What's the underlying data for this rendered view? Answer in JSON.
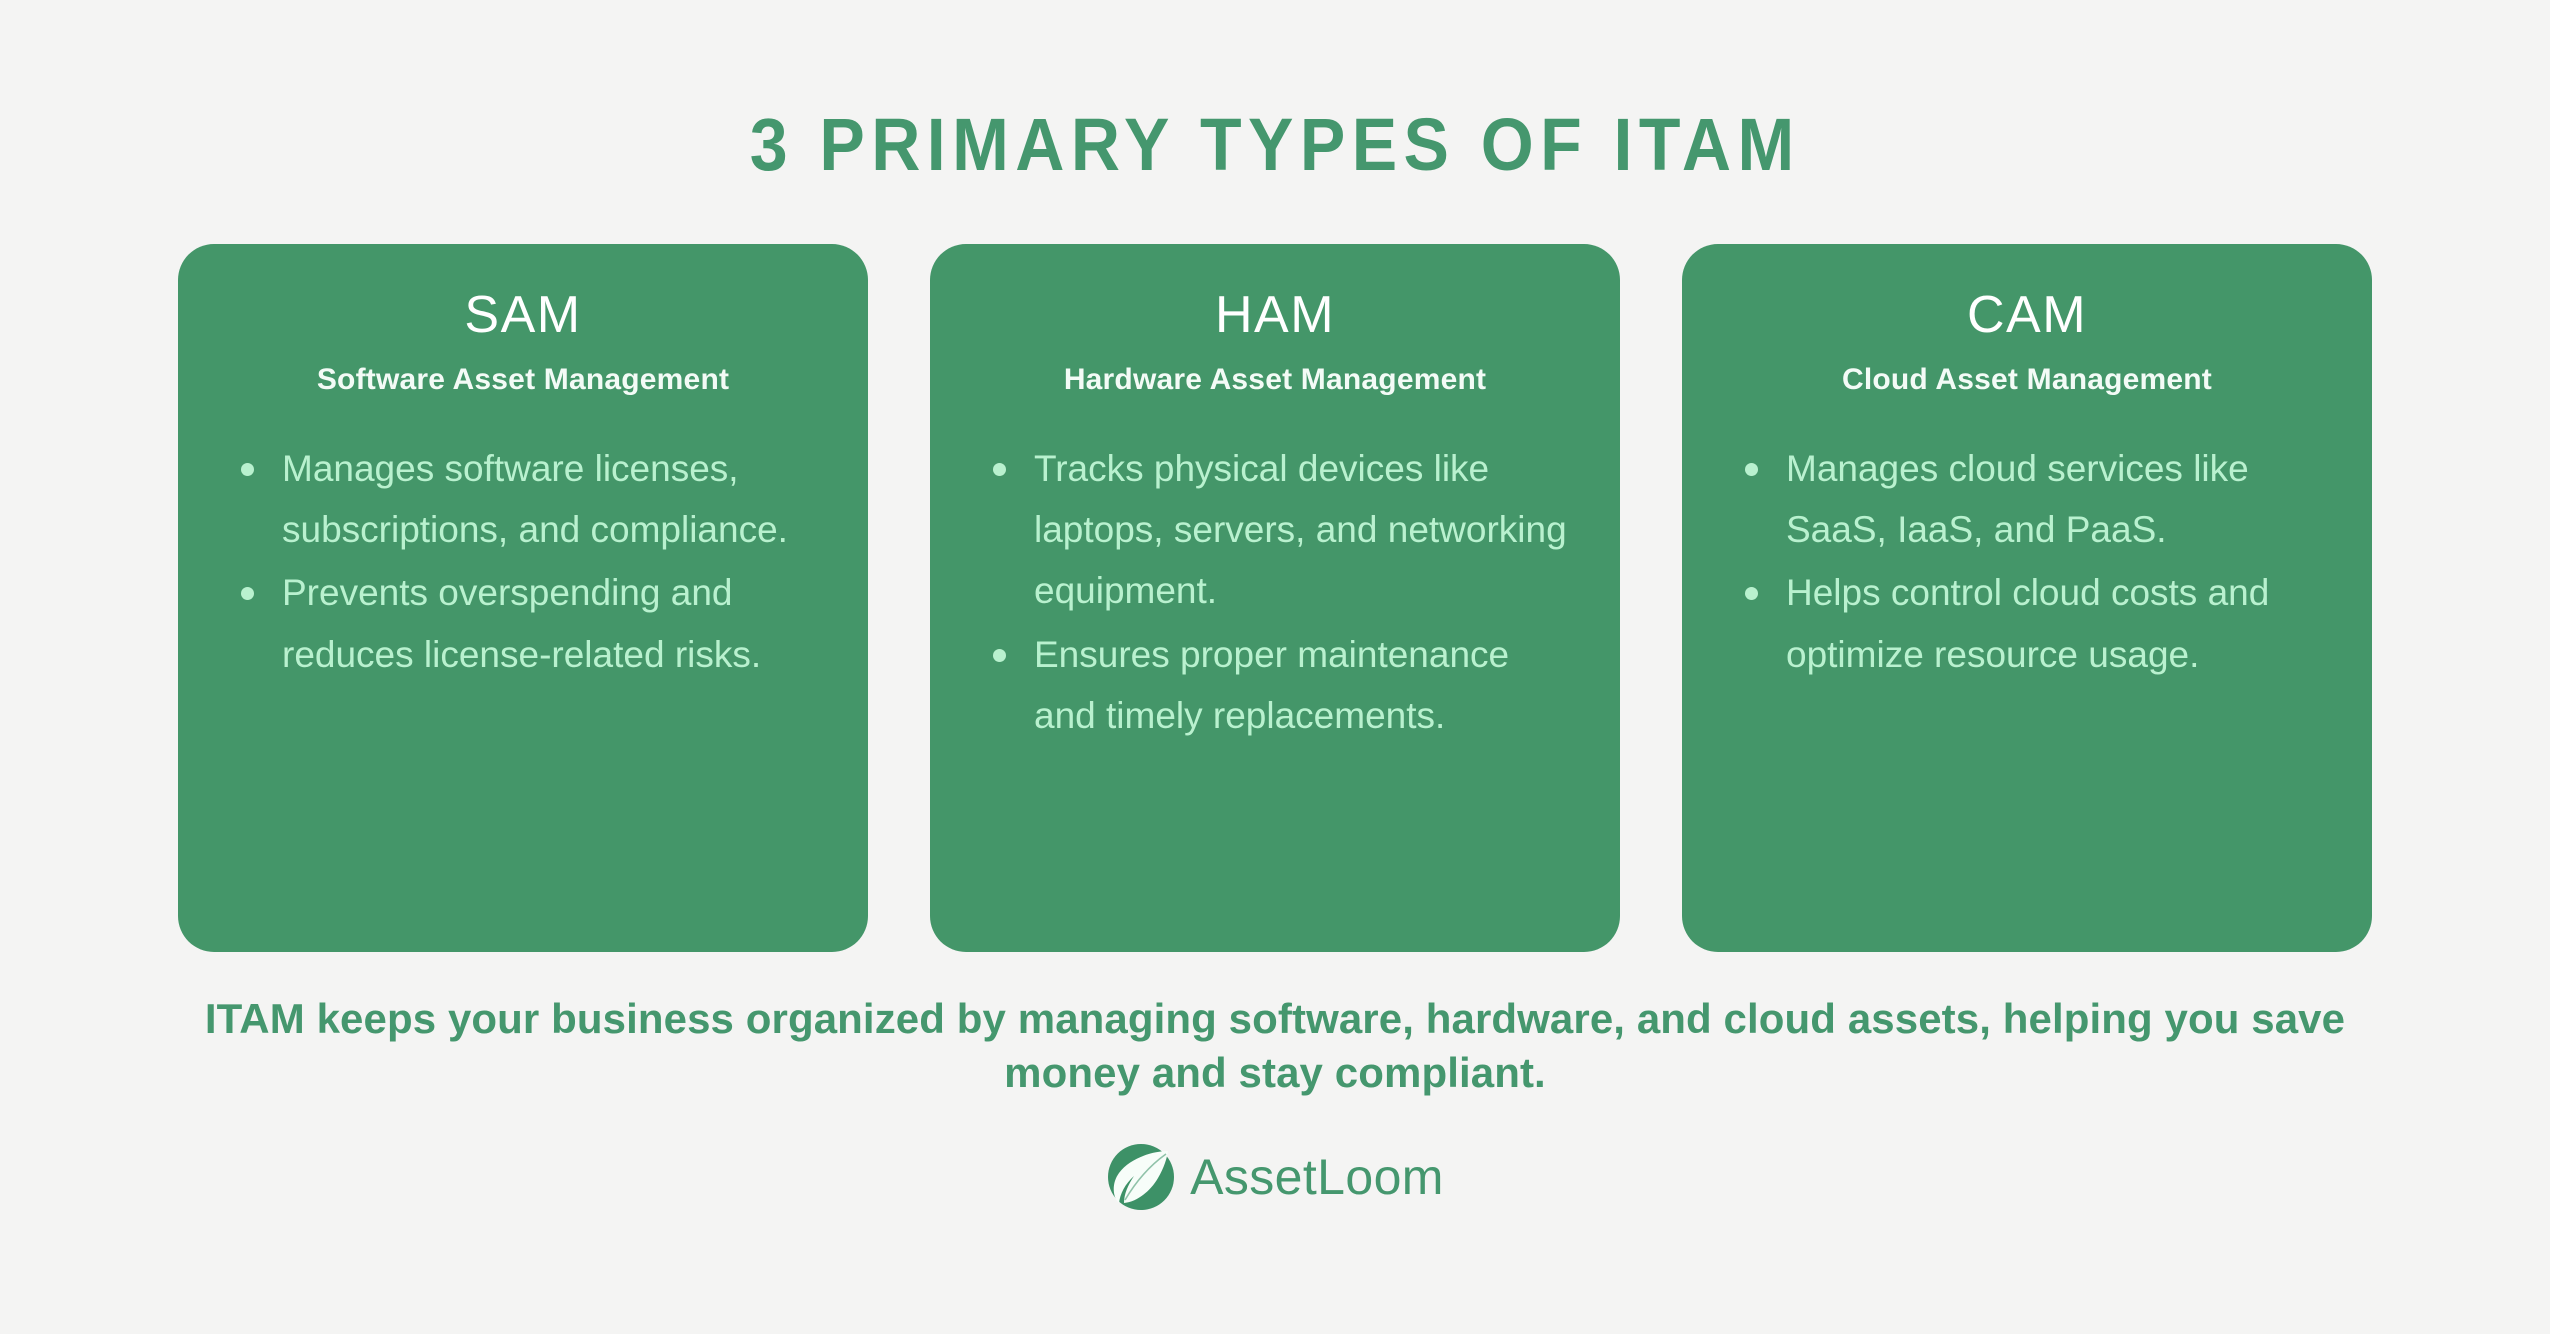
{
  "theme": {
    "background": "#f4f4f3",
    "brand_green": "#45976e",
    "card_green": "#449669",
    "card_bullet_text": "#b9f1cf",
    "card_heading_text": "#ffffff"
  },
  "header": {
    "title": "3 PRIMARY TYPES OF ITAM"
  },
  "cards": [
    {
      "abbr": "SAM",
      "subtitle": "Software Asset Management",
      "bullets": [
        "Manages software licenses, subscriptions, and compliance.",
        "Prevents overspending and reduces license-related risks."
      ]
    },
    {
      "abbr": "HAM",
      "subtitle": "Hardware Asset Management",
      "bullets": [
        "Tracks physical devices like laptops, servers, and networking equipment.",
        "Ensures proper maintenance and timely replacements."
      ]
    },
    {
      "abbr": "CAM",
      "subtitle": "Cloud Asset Management",
      "bullets": [
        "Manages cloud services like SaaS, IaaS, and PaaS.",
        "Helps control cloud costs and optimize resource usage."
      ]
    }
  ],
  "footer": {
    "summary": "ITAM keeps your business organized by managing software, hardware, and cloud assets, helping you save money and stay compliant."
  },
  "logo": {
    "icon": "leaf-circle-icon",
    "wordmark": "AssetLoom"
  }
}
